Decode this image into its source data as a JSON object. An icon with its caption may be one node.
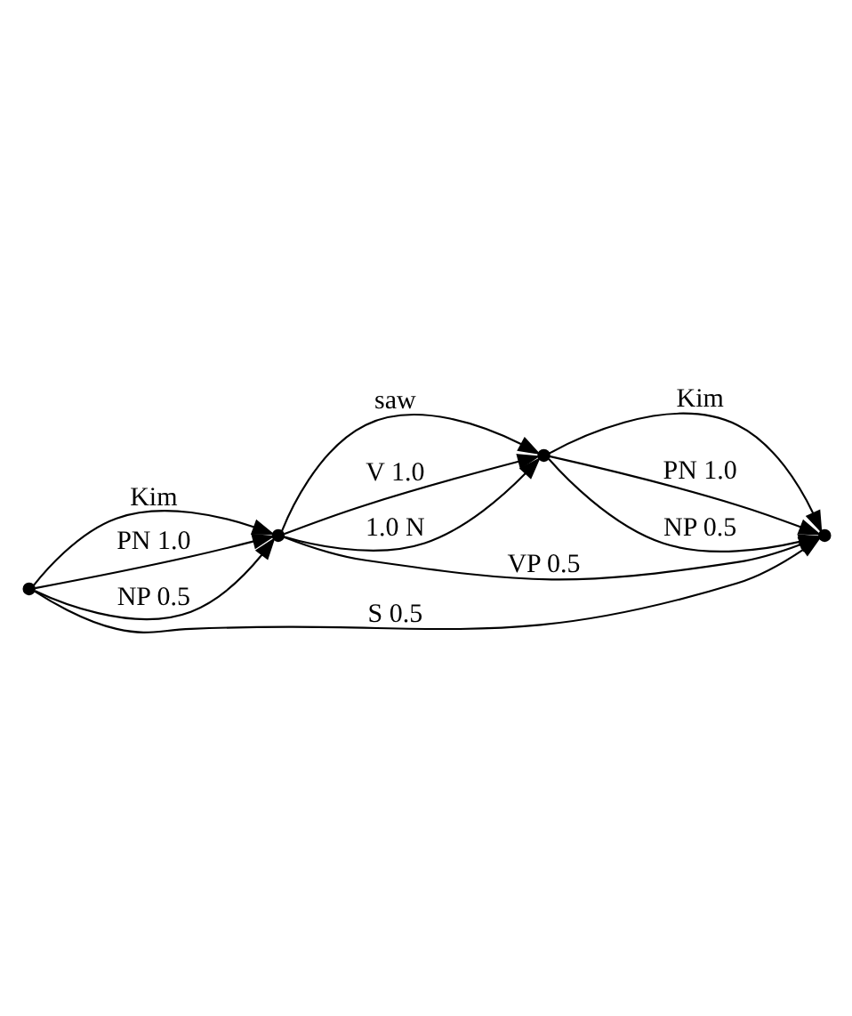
{
  "diagram": {
    "nodes": [
      {
        "text": [],
        "shape": "circle"
      },
      {
        "text": [],
        "shape": "circle"
      },
      {
        "text": [],
        "shape": "circle"
      },
      {
        "text": [],
        "shape": "circle"
      }
    ],
    "edges": [
      {
        "from": 0,
        "to": 1,
        "arrow": "to",
        "label": "Kim"
      },
      {
        "from": 1,
        "to": 2,
        "arrow": "to",
        "label": "saw"
      },
      {
        "from": 2,
        "to": 3,
        "arrow": "to",
        "label": "Kim"
      },
      {
        "from": 0,
        "to": 1,
        "arrow": "to",
        "label": "PN 1.0"
      },
      {
        "from": 0,
        "to": 1,
        "arrow": "to",
        "label": "NP 0.5"
      },
      {
        "from": 1,
        "to": 2,
        "arrow": "to",
        "label": "V 1.0"
      },
      {
        "from": 1,
        "to": 2,
        "arrow": "to",
        "label": "1.0 N"
      },
      {
        "from": 2,
        "to": 3,
        "arrow": "to",
        "label": "PN 1.0"
      },
      {
        "from": 2,
        "to": 3,
        "arrow": "to",
        "label": "NP 0.5"
      },
      {
        "from": 1,
        "to": 3,
        "arrow": "to",
        "label": "VP 0.5"
      },
      {
        "from": 0,
        "to": 3,
        "arrow": "to",
        "label": "S 0.5"
      }
    ]
  }
}
